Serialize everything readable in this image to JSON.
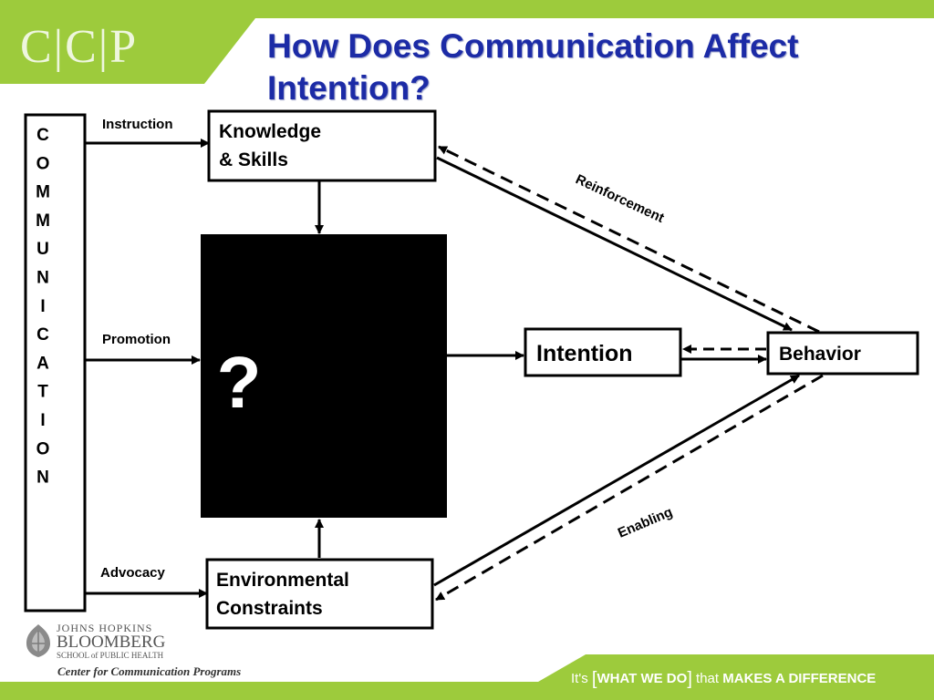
{
  "header": {
    "logo_text": "C|C|P",
    "title": "How Does Communication Affect Intention?"
  },
  "diagram": {
    "communication_letters": [
      "C",
      "O",
      "M",
      "M",
      "U",
      "N",
      "I",
      "C",
      "A",
      "T",
      "I",
      "O",
      "N"
    ],
    "channels": {
      "instruction": "Instruction",
      "promotion": "Promotion",
      "advocacy": "Advocacy"
    },
    "knowledge_box": {
      "line1": "Knowledge",
      "line2": "& Skills"
    },
    "question_mark": "?",
    "intention_box": "Intention",
    "behavior_box": "Behavior",
    "environment_box": {
      "line1": "Environmental",
      "line2": "Constraints"
    },
    "reinforcement_label": "Reinforcement",
    "enabling_label": "Enabling"
  },
  "footer": {
    "jhu_line1": "JOHNS HOPKINS",
    "jhu_line2": "BLOOMBERG",
    "jhu_line3": "SCHOOL of PUBLIC HEALTH",
    "center_name": "Center for Communication Programs",
    "tagline_prefix": "It's",
    "tagline_bold1": "WHAT WE DO",
    "tagline_mid": "that",
    "tagline_bold2": "MAKES A DIFFERENCE"
  },
  "colors": {
    "accent_green": "#9dcb3c",
    "title_blue": "#1c2ba6"
  }
}
